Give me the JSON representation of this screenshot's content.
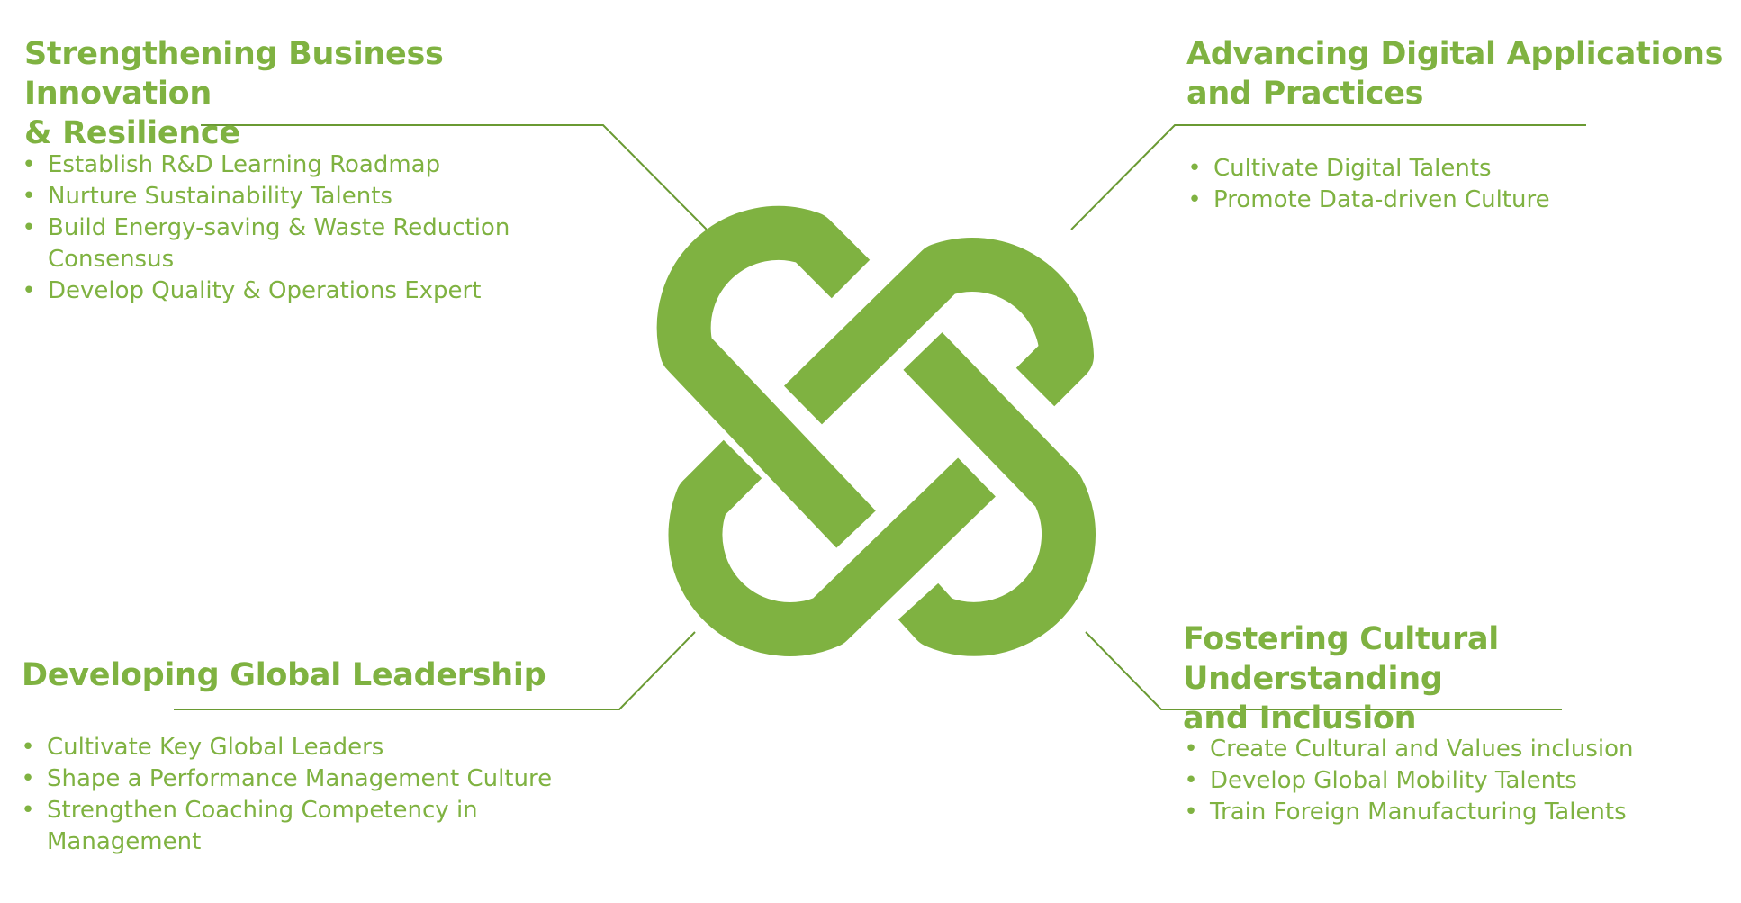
{
  "colors": {
    "accent": "#7fb241",
    "line": "#6a9a33"
  },
  "center_graphic": {
    "icon": "interlocking-links-icon"
  },
  "quadrants": {
    "top_left": {
      "title_line_1": "Strengthening Business Innovation",
      "title_line_2": "& Resilience",
      "items": [
        {
          "line_1": "Establish R&D Learning Roadmap",
          "line_2": ""
        },
        {
          "line_1": "Nurture Sustainability Talents",
          "line_2": ""
        },
        {
          "line_1": "Build Energy-saving & Waste Reduction",
          "line_2": "Consensus"
        },
        {
          "line_1": "Develop Quality & Operations Expert",
          "line_2": ""
        }
      ]
    },
    "top_right": {
      "title_line_1": "Advancing Digital Applications",
      "title_line_2": "and Practices",
      "items": [
        {
          "line_1": "Cultivate Digital Talents",
          "line_2": ""
        },
        {
          "line_1": "Promote Data-driven Culture",
          "line_2": ""
        }
      ]
    },
    "bottom_left": {
      "title_line_1": "Developing Global Leadership",
      "title_line_2": "",
      "items": [
        {
          "line_1": "Cultivate Key Global Leaders",
          "line_2": ""
        },
        {
          "line_1": "Shape a Performance Management Culture",
          "line_2": ""
        },
        {
          "line_1": "Strengthen Coaching Competency in",
          "line_2": "Management"
        }
      ]
    },
    "bottom_right": {
      "title_line_1": "Fostering Cultural Understanding",
      "title_line_2": "and Inclusion",
      "items": [
        {
          "line_1": "Create Cultural and Values inclusion",
          "line_2": ""
        },
        {
          "line_1": "Develop Global Mobility Talents",
          "line_2": ""
        },
        {
          "line_1": "Train Foreign Manufacturing Talents",
          "line_2": ""
        }
      ]
    }
  },
  "bullet_glyph": "•"
}
